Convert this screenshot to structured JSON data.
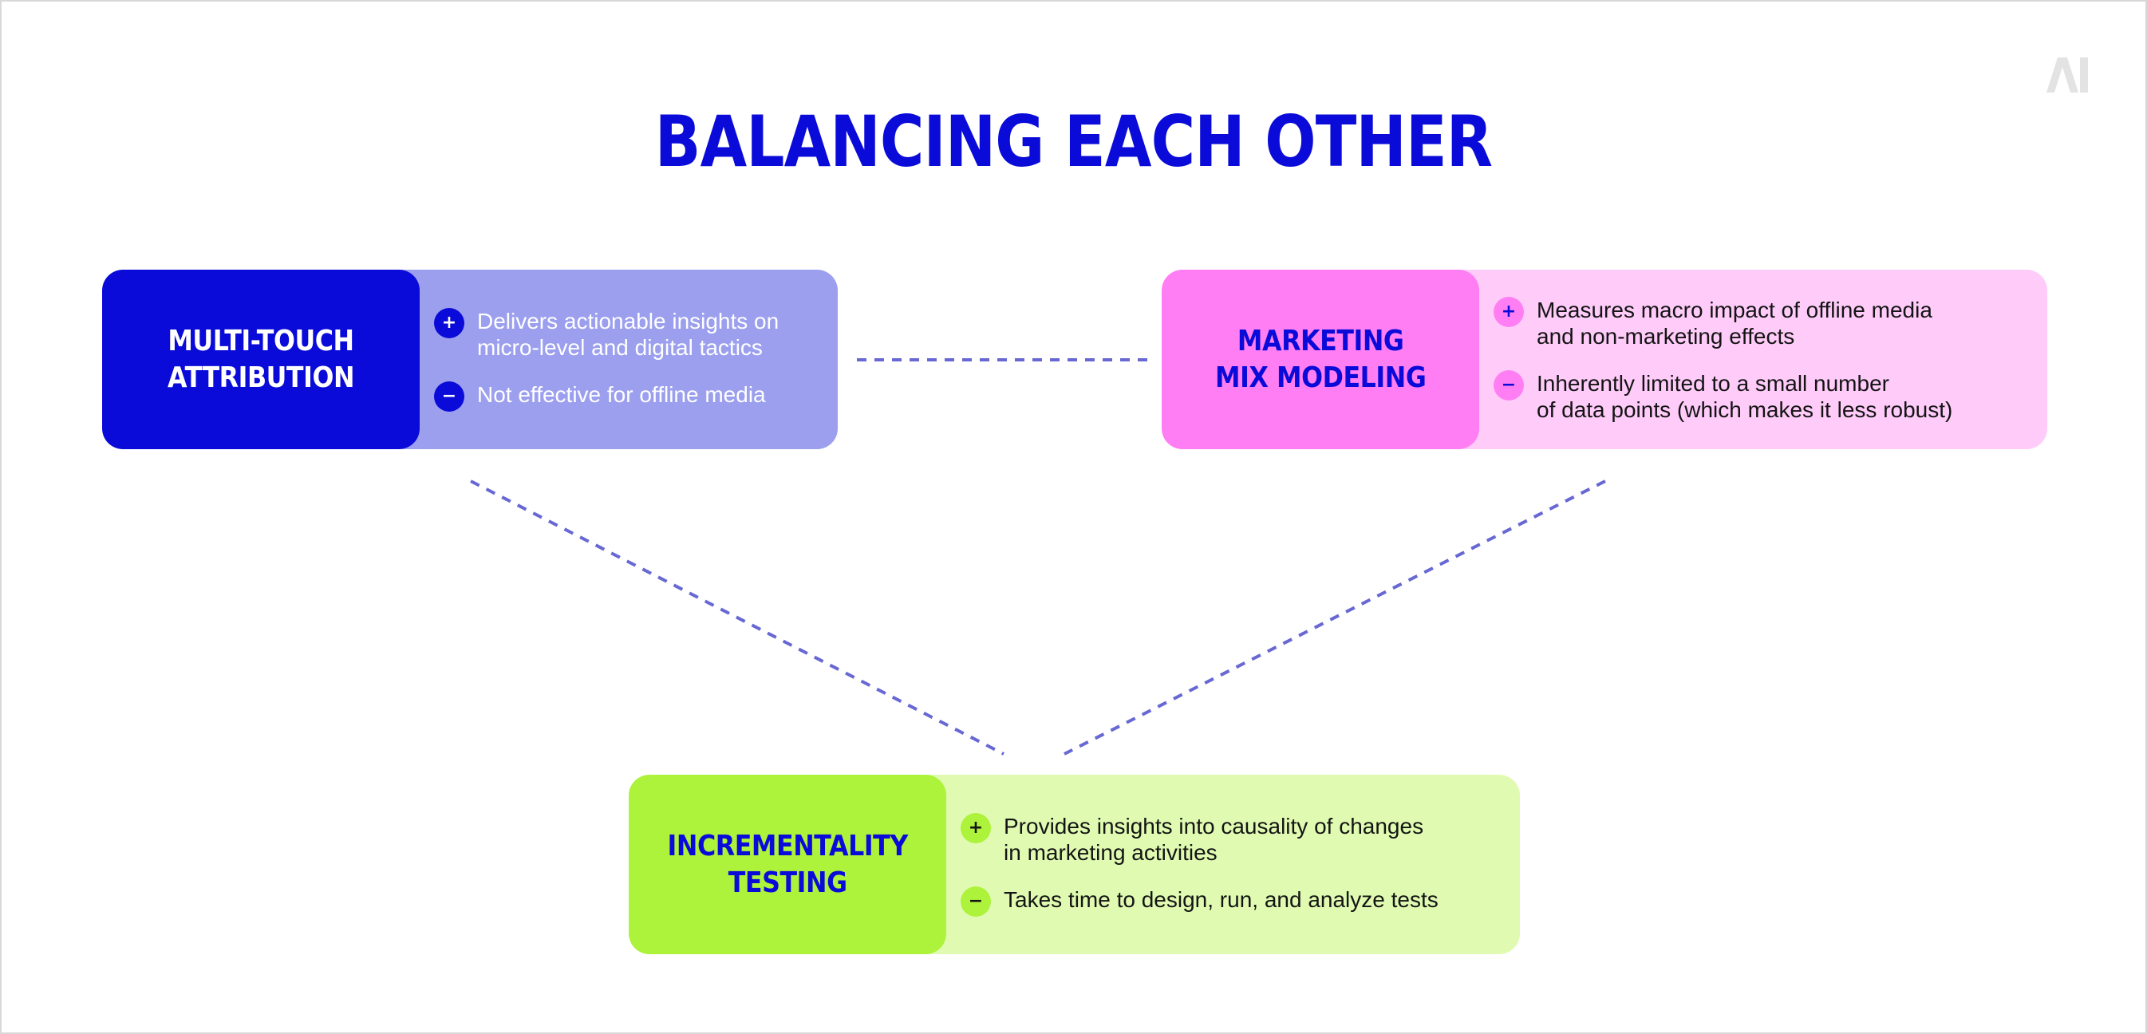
{
  "title": "BALANCING EACH OTHER",
  "brand": {
    "logo_icon": "ai-logo-icon",
    "logo_text": "AI"
  },
  "colors": {
    "title": "#0a0bd8",
    "connector": "#6768d3",
    "mta_dark": "#0a0bd8",
    "mta_light": "#9b9fee",
    "mmm_dark": "#ff7ef4",
    "mmm_light": "#ffccfa",
    "inc_dark": "#adf23b",
    "inc_light": "#e0fbb1"
  },
  "methods": {
    "mta": {
      "label": "MULTI-TOUCH\nATTRIBUTION",
      "pro_symbol": "+",
      "pro": "Delivers actionable insights on\nmicro-level and digital tactics",
      "con_symbol": "−",
      "con": "Not effective for offline media"
    },
    "mmm": {
      "label": "MARKETING\nMIX MODELING",
      "pro_symbol": "+",
      "pro": "Measures macro impact of offline media\nand non-marketing effects",
      "con_symbol": "−",
      "con": "Inherently limited to a small number\nof data points (which makes it less robust)"
    },
    "inc": {
      "label": "INCREMENTALITY\nTESTING",
      "pro_symbol": "+",
      "pro": "Provides insights into causality of changes\nin marketing activities",
      "con_symbol": "−",
      "con": "Takes time to design, run, and analyze tests"
    }
  }
}
